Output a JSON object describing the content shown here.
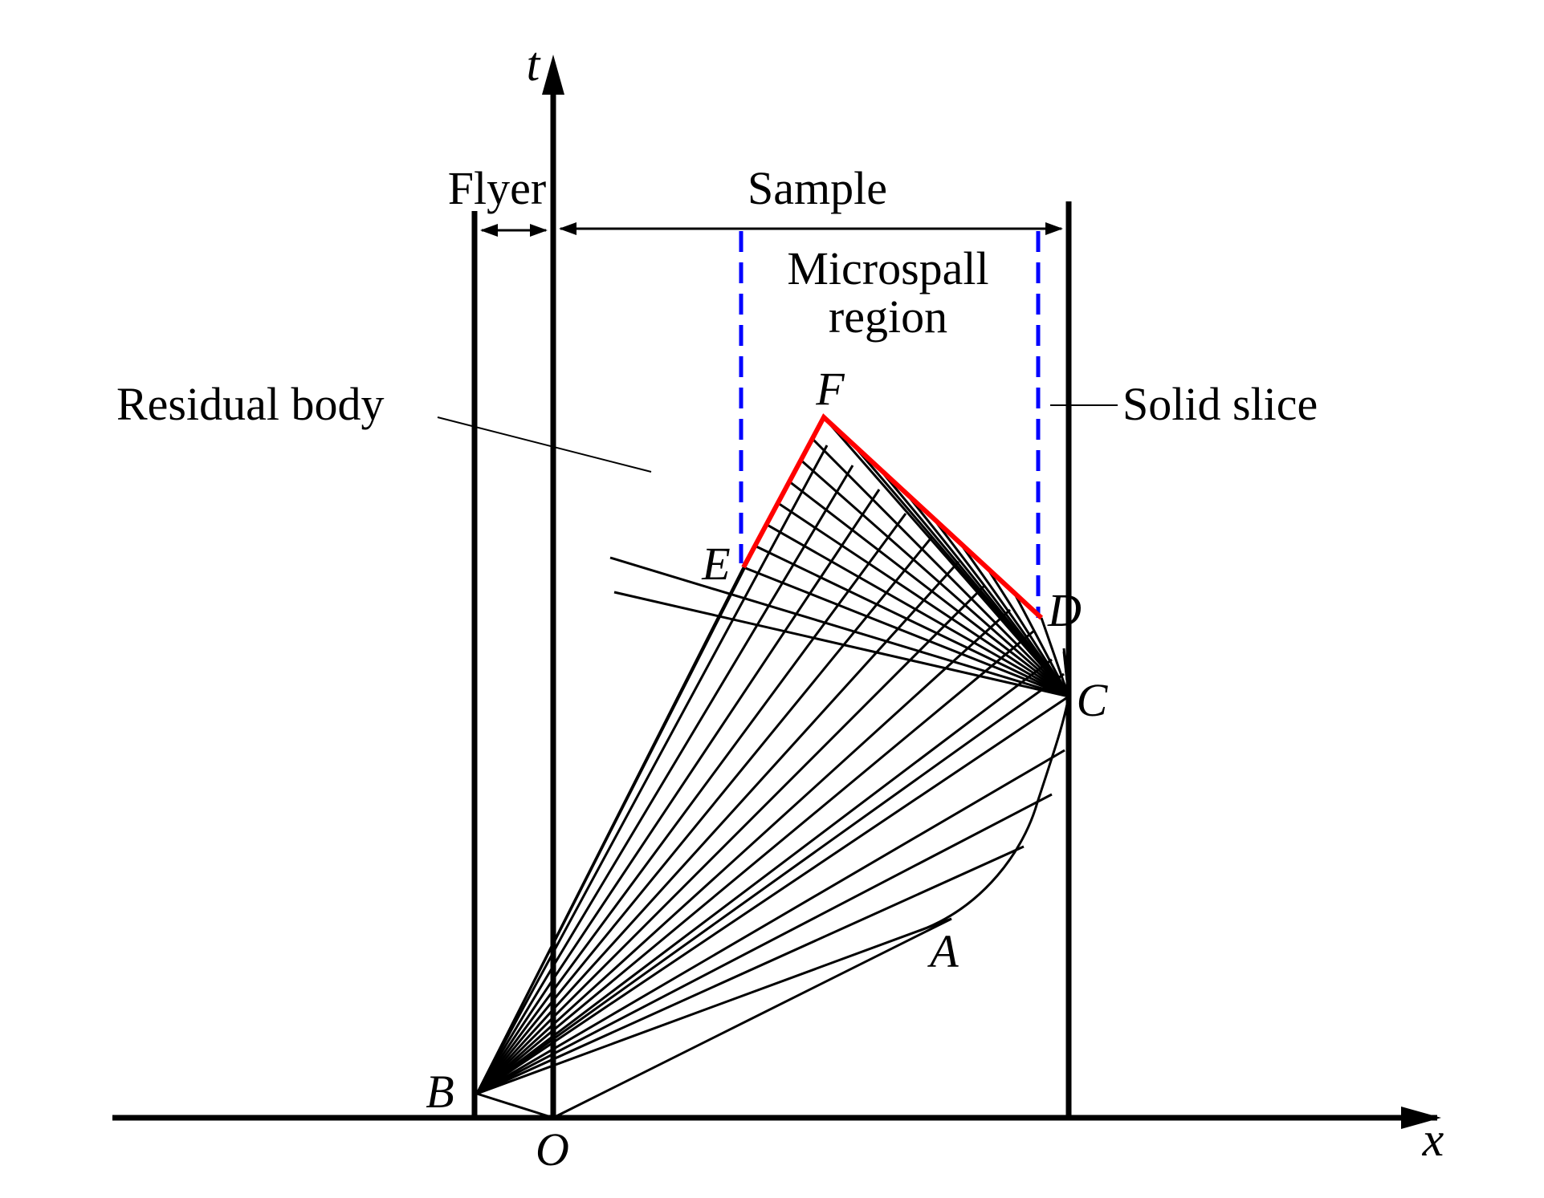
{
  "colors": {
    "line": "#000000",
    "free_surface": "#ff0000",
    "region_boundary": "#0000ff"
  },
  "axes": {
    "x_label": "x",
    "t_label": "t"
  },
  "labels": {
    "flyer": "Flyer",
    "sample": "Sample",
    "microspall_line1": "Microspall",
    "microspall_line2": "region",
    "residual_body": "Residual body",
    "solid_slice": "Solid slice"
  },
  "points": {
    "O": "O",
    "A": "A",
    "B": "B",
    "C": "C",
    "D": "D",
    "E": "E",
    "F": "F"
  }
}
